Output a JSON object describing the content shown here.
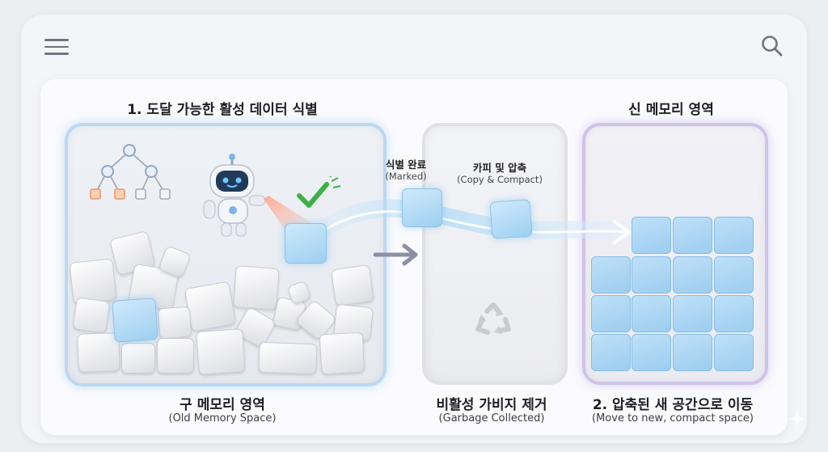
{
  "header": {
    "menu_icon": "hamburger-menu-icon",
    "search_icon": "search-icon"
  },
  "diagram": {
    "step1_title": "1. 도달 가능한 활성 데이터 식별",
    "new_space_title": "신 메모리 영역",
    "old_space": {
      "label_ko": "구 메모리 영역",
      "label_en": "(Old Memory Space)"
    },
    "garbage": {
      "label_ko": "비활성 가비지 제거",
      "label_en": "(Garbage Collected)"
    },
    "move": {
      "label_ko": "2. 압축된 새 공간으로 이동",
      "label_en": "(Move to new, compact space)"
    },
    "marked": {
      "label_ko": "식별 완료",
      "label_en": "(Marked)"
    },
    "copy": {
      "label_ko": "카피 및 압축",
      "label_en": "(Copy & Compact)"
    },
    "icons": [
      "robot-icon",
      "checkmark-icon",
      "tree-graph-icon",
      "recycle-icon",
      "arrow-right-icon",
      "sparkle-icon"
    ],
    "colors": {
      "live_block": "#a6d5f3",
      "old_border": "#bcd8f2",
      "new_border": "#cfc3ea",
      "check": "#3cb043",
      "tree_marked": "#f5b38a"
    }
  }
}
